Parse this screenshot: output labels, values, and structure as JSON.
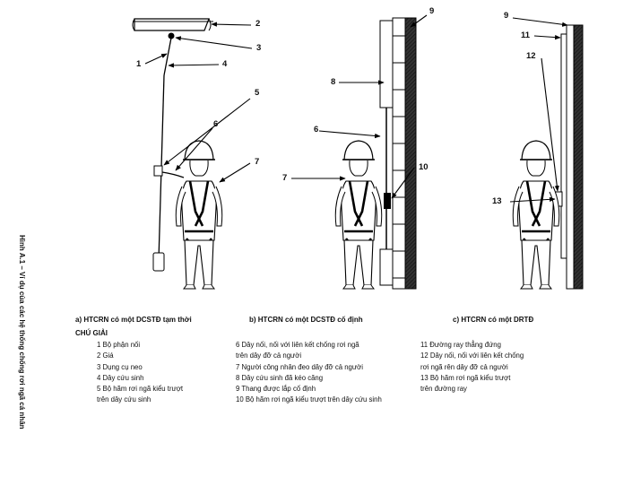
{
  "figure_title": "Hình A.1 – Ví dụ của các hệ thống chống rơi ngã cá nhân",
  "callouts": [
    "1",
    "2",
    "3",
    "4",
    "5",
    "6",
    "7",
    "8",
    "9",
    "10",
    "11",
    "12",
    "13"
  ],
  "captions": {
    "a": "a) HTCRN có một DCSTĐ tạm thời",
    "b": "b) HTCRN có một DCSTĐ cố định",
    "c": "c) HTCRN có một DRTĐ"
  },
  "legend": {
    "heading": "CHÚ GIẢI",
    "col1": [
      "1 Bộ phận nối",
      "2 Giá",
      "3 Dụng cụ neo",
      "4 Dây cứu sinh",
      "5 Bộ hãm rơi ngã kiểu trượt",
      "trên dây cứu sinh"
    ],
    "col2": [
      "6 Dây nối, nối với liên kết chống rơi ngã",
      "trên dây đỡ cả người",
      "7  Người công nhân đeo dây đỡ cả người",
      "8 Dây cứu sinh đã kéo căng",
      "9 Thang được lắp cố định",
      "10 Bộ hãm rơi ngã kiểu trượt trên dây cứu sinh"
    ],
    "col3": [
      "11 Đường ray thẳng đứng",
      "12 Dây nối, nối với liên kết chống",
      "rơi ngã rên dây đỡ cả người",
      "13 Bộ hãm rơi ngã kiểu trượt",
      "trên đường ray"
    ]
  }
}
